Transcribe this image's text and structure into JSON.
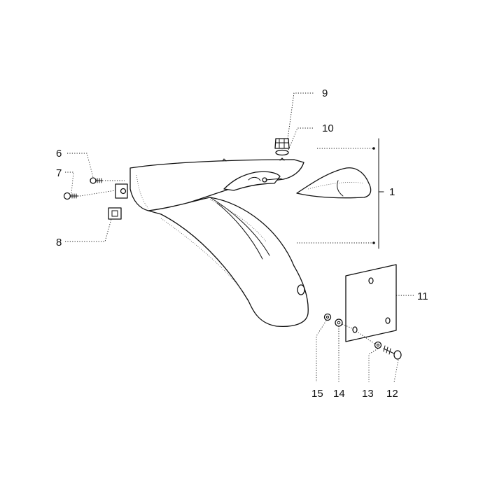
{
  "diagram": {
    "callouts": [
      {
        "id": "c1",
        "label": "1"
      },
      {
        "id": "c6",
        "label": "6"
      },
      {
        "id": "c7",
        "label": "7"
      },
      {
        "id": "c8",
        "label": "8"
      },
      {
        "id": "c9",
        "label": "9"
      },
      {
        "id": "c10",
        "label": "10"
      },
      {
        "id": "c11",
        "label": "11"
      },
      {
        "id": "c12",
        "label": "12"
      },
      {
        "id": "c13",
        "label": "13"
      },
      {
        "id": "c14",
        "label": "14"
      },
      {
        "id": "c15",
        "label": "15"
      }
    ]
  }
}
